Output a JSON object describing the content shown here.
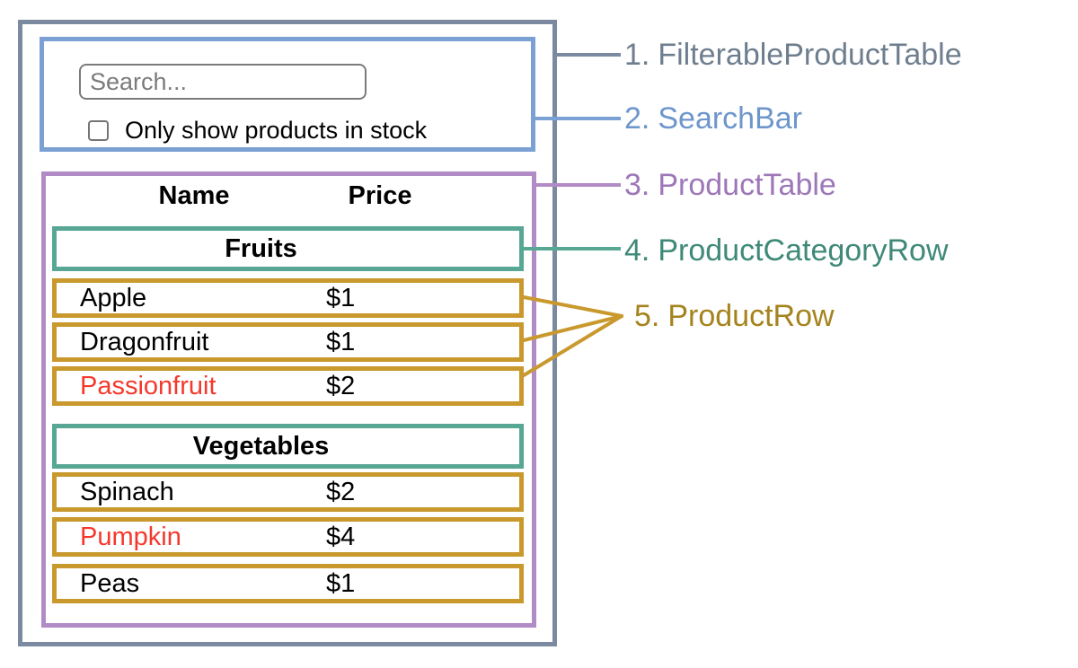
{
  "mock": {
    "search_placeholder": "Search...",
    "stock_filter_label": "Only show products in stock",
    "checkbox_checked": false,
    "table": {
      "name_header": "Name",
      "price_header": "Price",
      "sections": [
        {
          "category": "Fruits",
          "rows": [
            {
              "name": "Apple",
              "price": "$1",
              "red": false
            },
            {
              "name": "Dragonfruit",
              "price": "$1",
              "red": false
            },
            {
              "name": "Passionfruit",
              "price": "$2",
              "red": true
            }
          ]
        },
        {
          "category": "Vegetables",
          "rows": [
            {
              "name": "Spinach",
              "price": "$2",
              "red": false
            },
            {
              "name": "Pumpkin",
              "price": "$4",
              "red": true
            },
            {
              "name": "Peas",
              "price": "$1",
              "red": false
            }
          ]
        }
      ]
    }
  },
  "legend": [
    {
      "number": "1.",
      "label": "FilterableProductTable",
      "color": "#6e7e8e"
    },
    {
      "number": "2.",
      "label": "SearchBar",
      "color": "#6d96cb"
    },
    {
      "number": "3.",
      "label": "ProductTable",
      "color": "#9e77b9"
    },
    {
      "number": "4.",
      "label": "ProductCategoryRow",
      "color": "#3f8978"
    },
    {
      "number": "5.",
      "label": "ProductRow",
      "color": "#a5831d"
    }
  ],
  "colors": {
    "filterable_product_table_border": "#7b8aa1",
    "search_bar_border": "#7aa0d4",
    "product_table_border": "#b18bc5",
    "product_category_row_border": "#58a794",
    "product_row_border": "#c9992e",
    "out_of_stock_text": "#f4392c",
    "input_border": "#7b7b7b",
    "background": "#ffffff"
  }
}
